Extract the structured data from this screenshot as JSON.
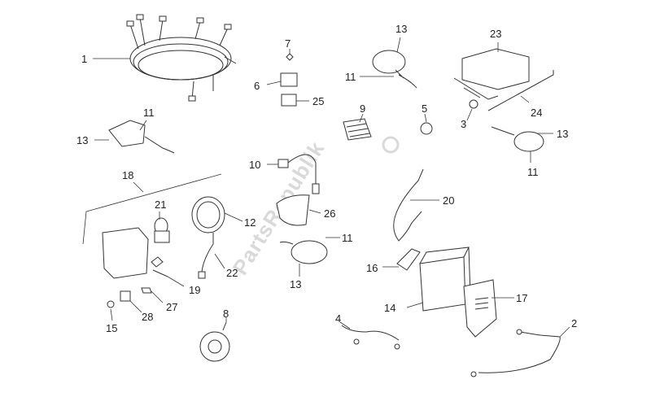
{
  "watermark": "PartsRepublik",
  "callouts": {
    "c1": "1",
    "c2": "2",
    "c3": "3",
    "c4": "4",
    "c5": "5",
    "c6": "6",
    "c7": "7",
    "c8": "8",
    "c9": "9",
    "c10": "10",
    "c11a": "11",
    "c11b": "11",
    "c11c": "11",
    "c11d": "11",
    "c12": "12",
    "c13a": "13",
    "c13b": "13",
    "c13c": "13",
    "c13d": "13",
    "c14": "14",
    "c15": "15",
    "c16": "16",
    "c17": "17",
    "c18": "18",
    "c19": "19",
    "c20": "20",
    "c21": "21",
    "c22": "22",
    "c23": "23",
    "c24": "24",
    "c25": "25",
    "c26": "26",
    "c27": "27",
    "c28": "28"
  }
}
